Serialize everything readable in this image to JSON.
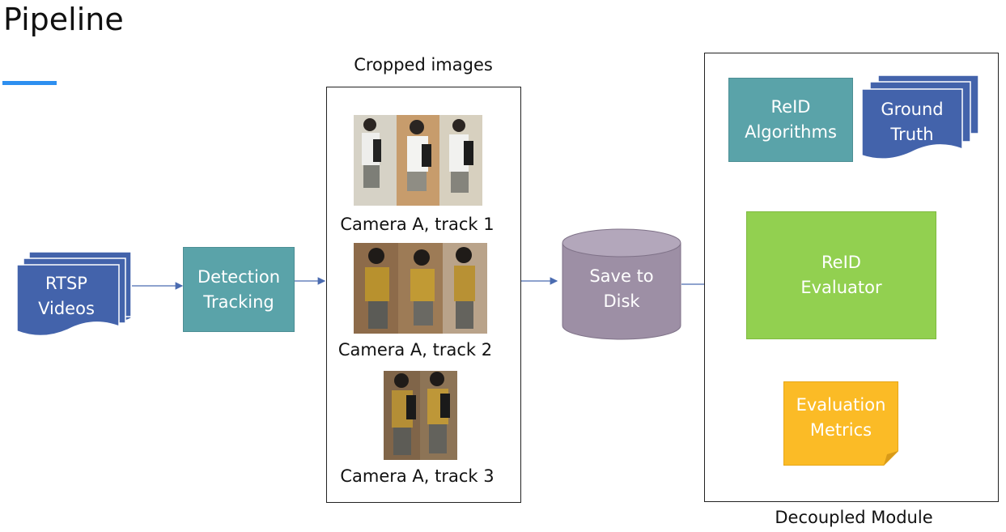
{
  "slide": {
    "title": "Pipeline",
    "accent_color": "#2d8ff0"
  },
  "nodes": {
    "rtsp": {
      "line1": "RTSP",
      "line2": "Videos",
      "color": "#4363ab"
    },
    "detection": {
      "line1": "Detection",
      "line2": "Tracking",
      "color": "#5aa3a9"
    },
    "cropped": {
      "heading": "Cropped images",
      "tracks": [
        {
          "caption": "Camera A, track 1"
        },
        {
          "caption": "Camera A, track 2"
        },
        {
          "caption": "Camera A, track 3"
        }
      ]
    },
    "disk": {
      "line1": "Save to",
      "line2": "Disk",
      "color": "#9d8fa5"
    },
    "module": {
      "caption": "Decoupled Module",
      "reid_algorithms": {
        "line1": "ReID",
        "line2": "Algorithms",
        "color": "#5aa3a9"
      },
      "ground_truth": {
        "line1": "Ground",
        "line2": "Truth",
        "color": "#4363ab"
      },
      "evaluator": {
        "line1": "ReID",
        "line2": "Evaluator",
        "color": "#92d050"
      },
      "metrics": {
        "line1": "Evaluation",
        "line2": "Metrics",
        "color": "#fbbb26"
      }
    }
  }
}
